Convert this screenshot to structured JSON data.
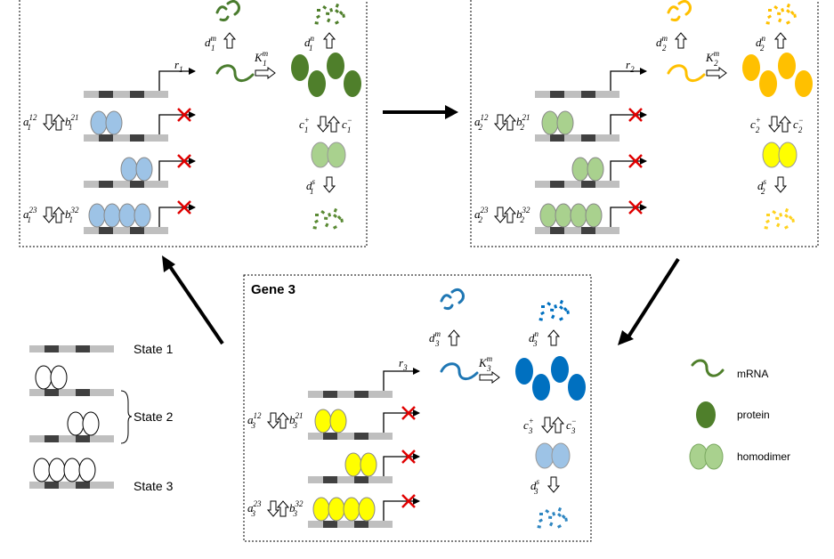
{
  "genes": [
    {
      "id": 1,
      "title": "Gene 1",
      "color": "#4a7c2e",
      "protein_color": "#4f7f2b",
      "dimer_color": "#a9d18e",
      "bound_color": "#9dc3e6",
      "frag_color": "#5a8a34",
      "rate_r": "r",
      "deg_m": "d",
      "K_m": "K",
      "deg_n": "d",
      "c_plus": "c",
      "c_minus": "c",
      "deg_s": "d",
      "a12": "a",
      "b21": "b",
      "a23": "a",
      "b32": "b",
      "sub": "1"
    },
    {
      "id": 2,
      "title": "Gene 2",
      "color": "#ffc000",
      "protein_color": "#ffc000",
      "dimer_color": "#ffff00",
      "bound_color": "#a9d18e",
      "frag_color": "#ffd21f",
      "rate_r": "r",
      "deg_m": "d",
      "K_m": "K",
      "deg_n": "d",
      "c_plus": "c",
      "c_minus": "c",
      "deg_s": "d",
      "a12": "a",
      "b21": "b",
      "a23": "a",
      "b32": "b",
      "sub": "2"
    },
    {
      "id": 3,
      "title": "Gene 3",
      "color": "#1f77b4",
      "protein_color": "#0070c0",
      "dimer_color": "#9dc3e6",
      "bound_color": "#ffff00",
      "frag_color": "#2e86c1",
      "rate_r": "r",
      "deg_m": "d",
      "K_m": "K",
      "deg_n": "d",
      "c_plus": "c",
      "c_minus": "c",
      "deg_s": "d",
      "a12": "a",
      "b21": "b",
      "a23": "a",
      "b32": "b",
      "sub": "3"
    }
  ],
  "superscripts": {
    "m": "m",
    "n": "n",
    "s": "s",
    "plus": "+",
    "minus": "−",
    "12": "12",
    "21": "21",
    "23": "23",
    "32": "32"
  },
  "states": [
    {
      "label": "State 1"
    },
    {
      "label": "State 2"
    },
    {
      "label": "State 3"
    }
  ],
  "legend": [
    {
      "label": "mRNA",
      "icon": "mrna-icon"
    },
    {
      "label": "protein",
      "icon": "protein-icon"
    },
    {
      "label": "homodimer",
      "icon": "homodimer-icon"
    }
  ],
  "colors": {
    "dna_bar": "#bfbfbf",
    "binding_site": "#404040",
    "block_x": "#e00000",
    "legend_green": "#4f7f2b",
    "legend_dimer": "#a9d18e"
  }
}
